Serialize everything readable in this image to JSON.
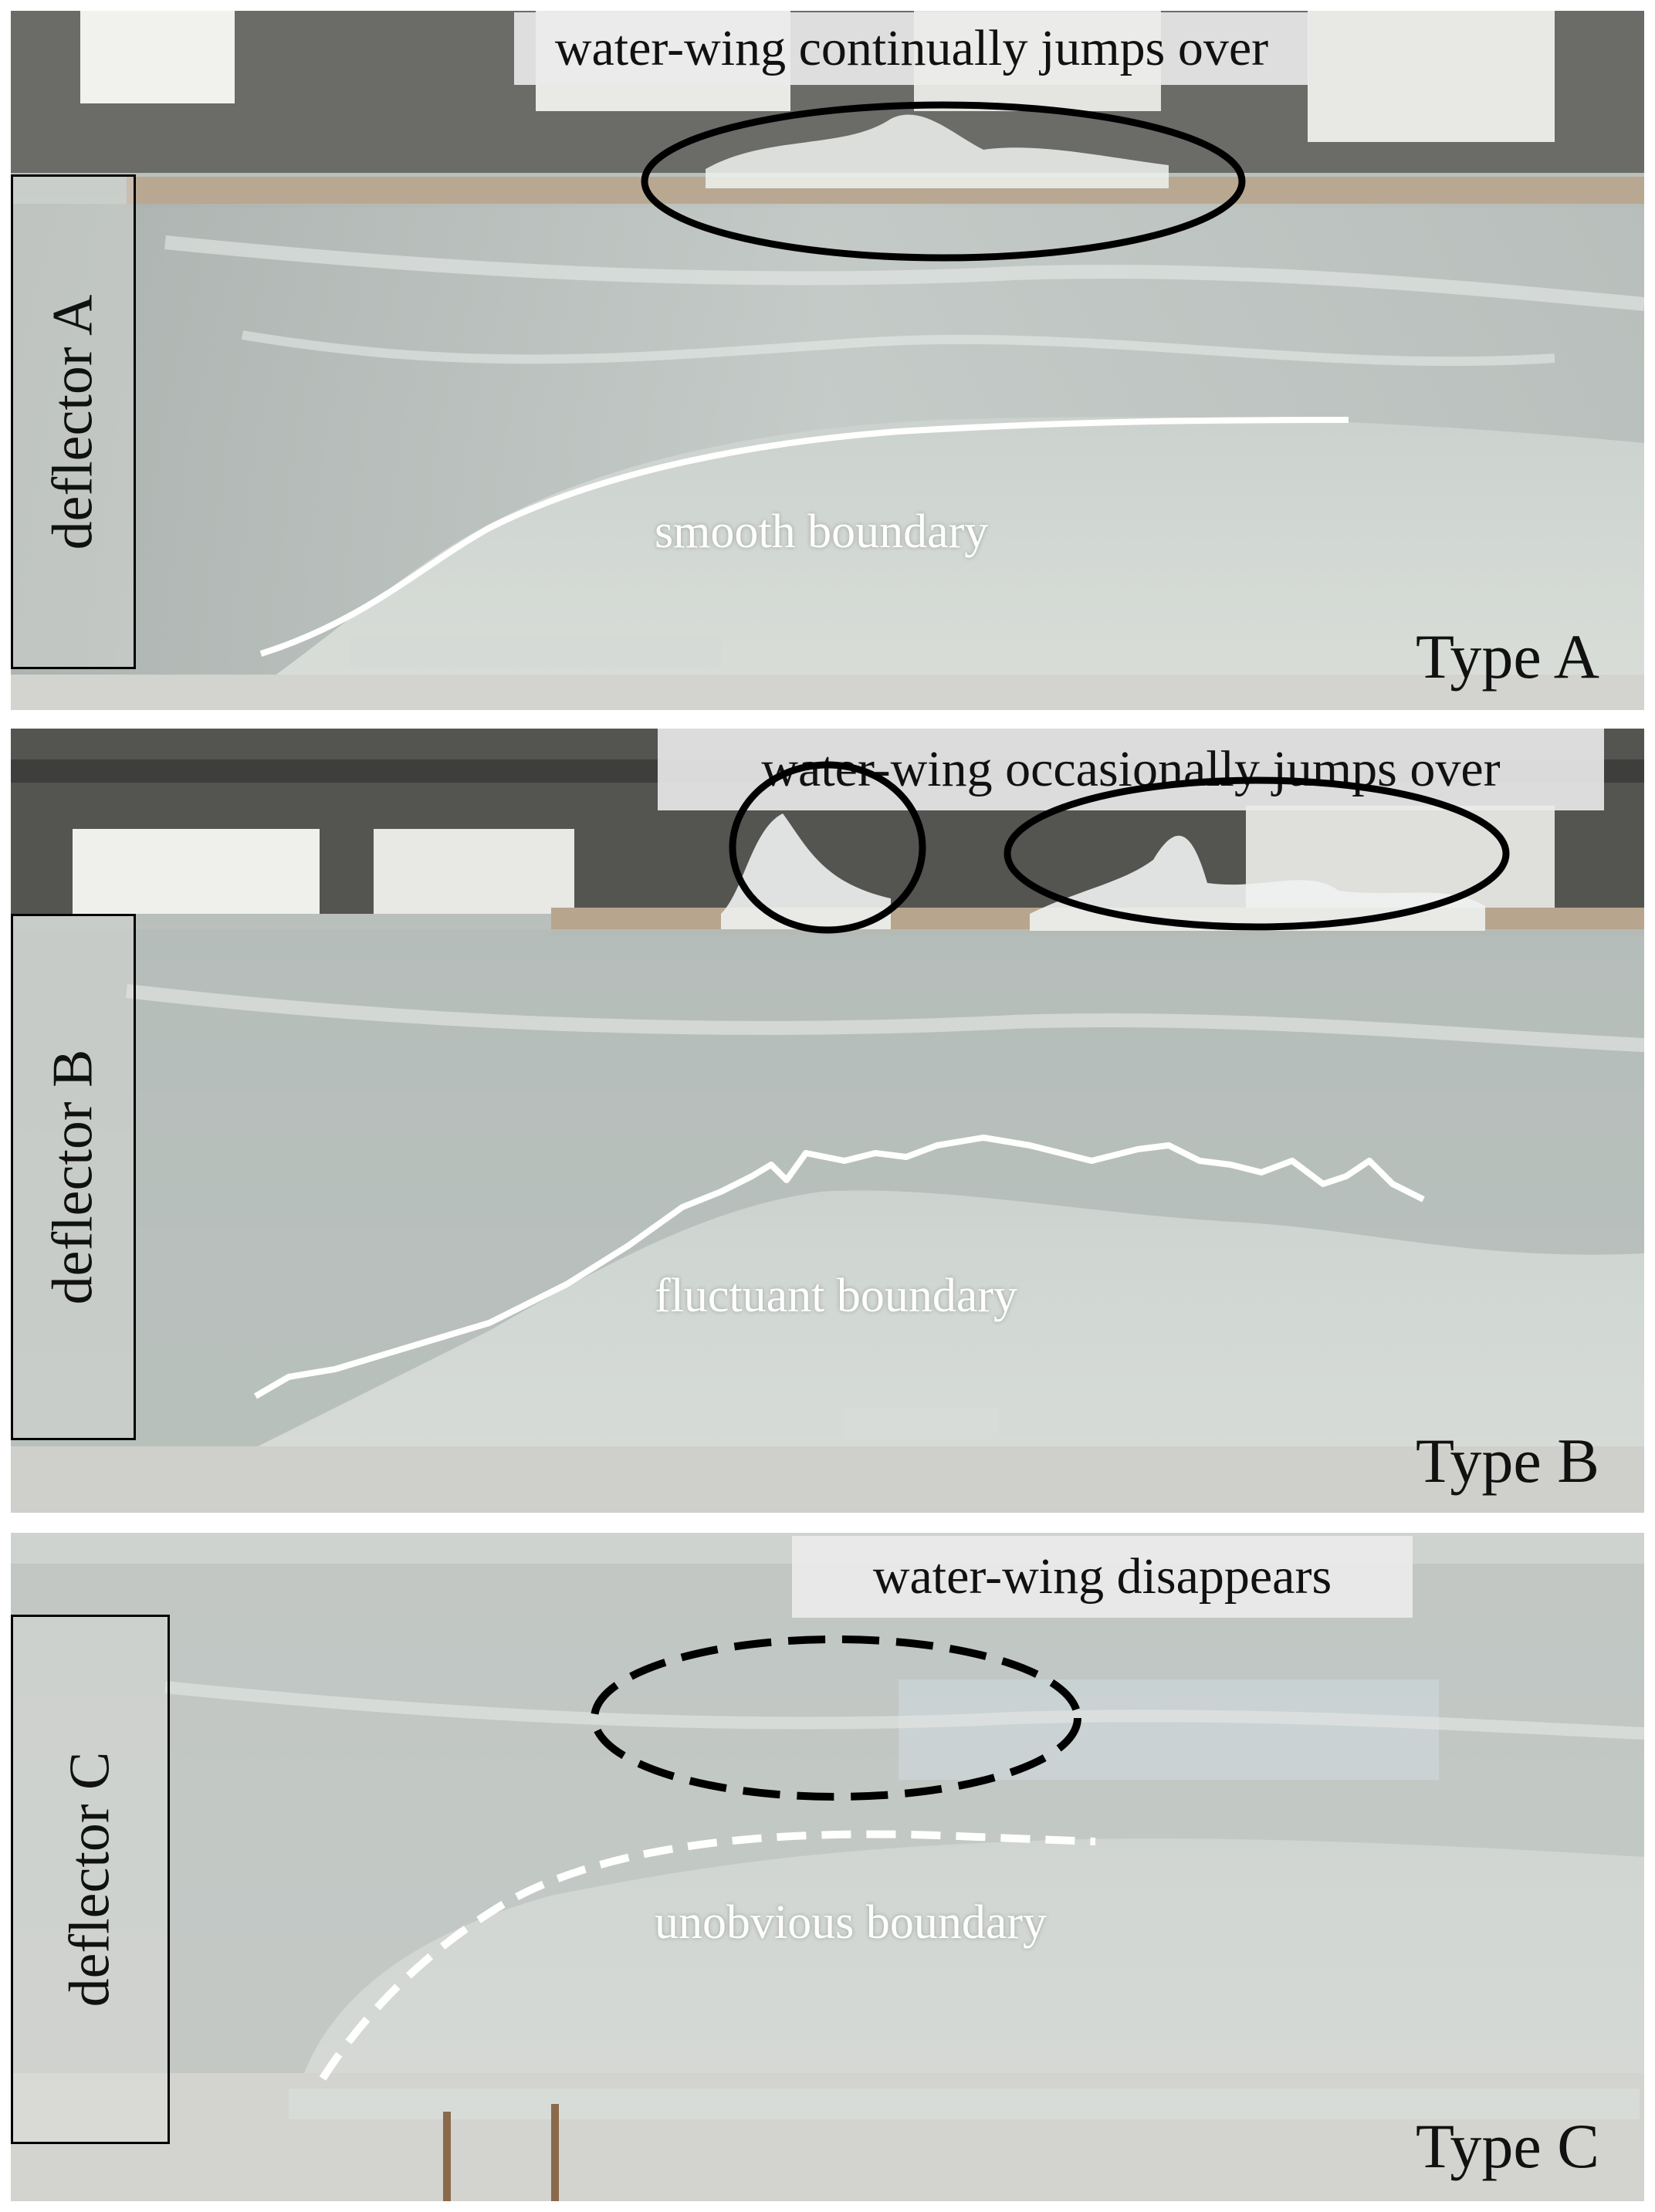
{
  "panels": [
    {
      "caption": "water-wing continually jumps over",
      "deflector": "deflector A",
      "boundary": "smooth boundary",
      "type": "Type A",
      "boundary_style": "solid",
      "marker_style": "solid"
    },
    {
      "caption": "water-wing occasionally jumps over",
      "deflector": "deflector B",
      "boundary": "fluctuant boundary",
      "type": "Type B",
      "boundary_style": "solid-wavy",
      "marker_style": "solid"
    },
    {
      "caption": "water-wing disappears",
      "deflector": "deflector C",
      "boundary": "unobvious boundary",
      "type": "Type C",
      "boundary_style": "dashed",
      "marker_style": "dashed"
    }
  ],
  "colors": {
    "boundary_line": "#ffffff",
    "marker_ellipse": "#000000",
    "water": "#cfd6d2",
    "background": "#ffffff"
  }
}
